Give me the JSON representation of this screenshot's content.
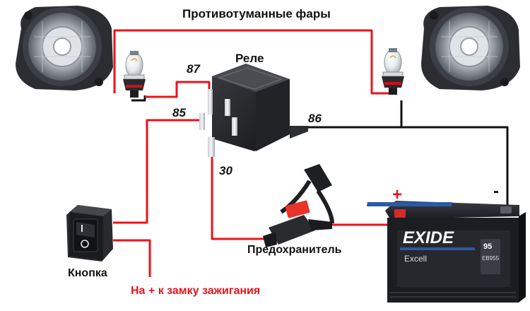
{
  "labels": {
    "title": "Противотуманные фары",
    "relay": "Реле",
    "pin_87": "87",
    "pin_85": "85",
    "pin_86": "86",
    "pin_30": "30",
    "fuse": "Предохранитель",
    "button": "Кнопка",
    "ignition": "На + к замку зажигания",
    "battery_plus": "+",
    "battery_minus": "-"
  },
  "battery": {
    "brand": "EXIDE",
    "series": "Excell",
    "capacity": "95",
    "model": "EB955"
  },
  "colors": {
    "positive_wire": "#e8141e",
    "negative_wire": "#111111",
    "relay_body": "#1e1f22",
    "battery_body": "#1c1d21",
    "battery_blue": "#2a5aa8",
    "fuse": "#e8332a"
  }
}
